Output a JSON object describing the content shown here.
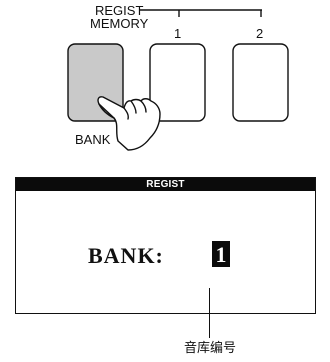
{
  "panel": {
    "label_line1": "REGIST",
    "label_line2": "MEMORY",
    "bank_label": "BANK",
    "memory_1": "1",
    "memory_2": "2"
  },
  "display": {
    "header": "REGIST",
    "text": "BANK:",
    "number": "1"
  },
  "callout": {
    "label": "音库编号"
  },
  "colors": {
    "bank_button_fill": "#c9c9c9",
    "lcd_bar": "#0b0b0b"
  },
  "icons": [
    "hand-pointer-icon"
  ]
}
